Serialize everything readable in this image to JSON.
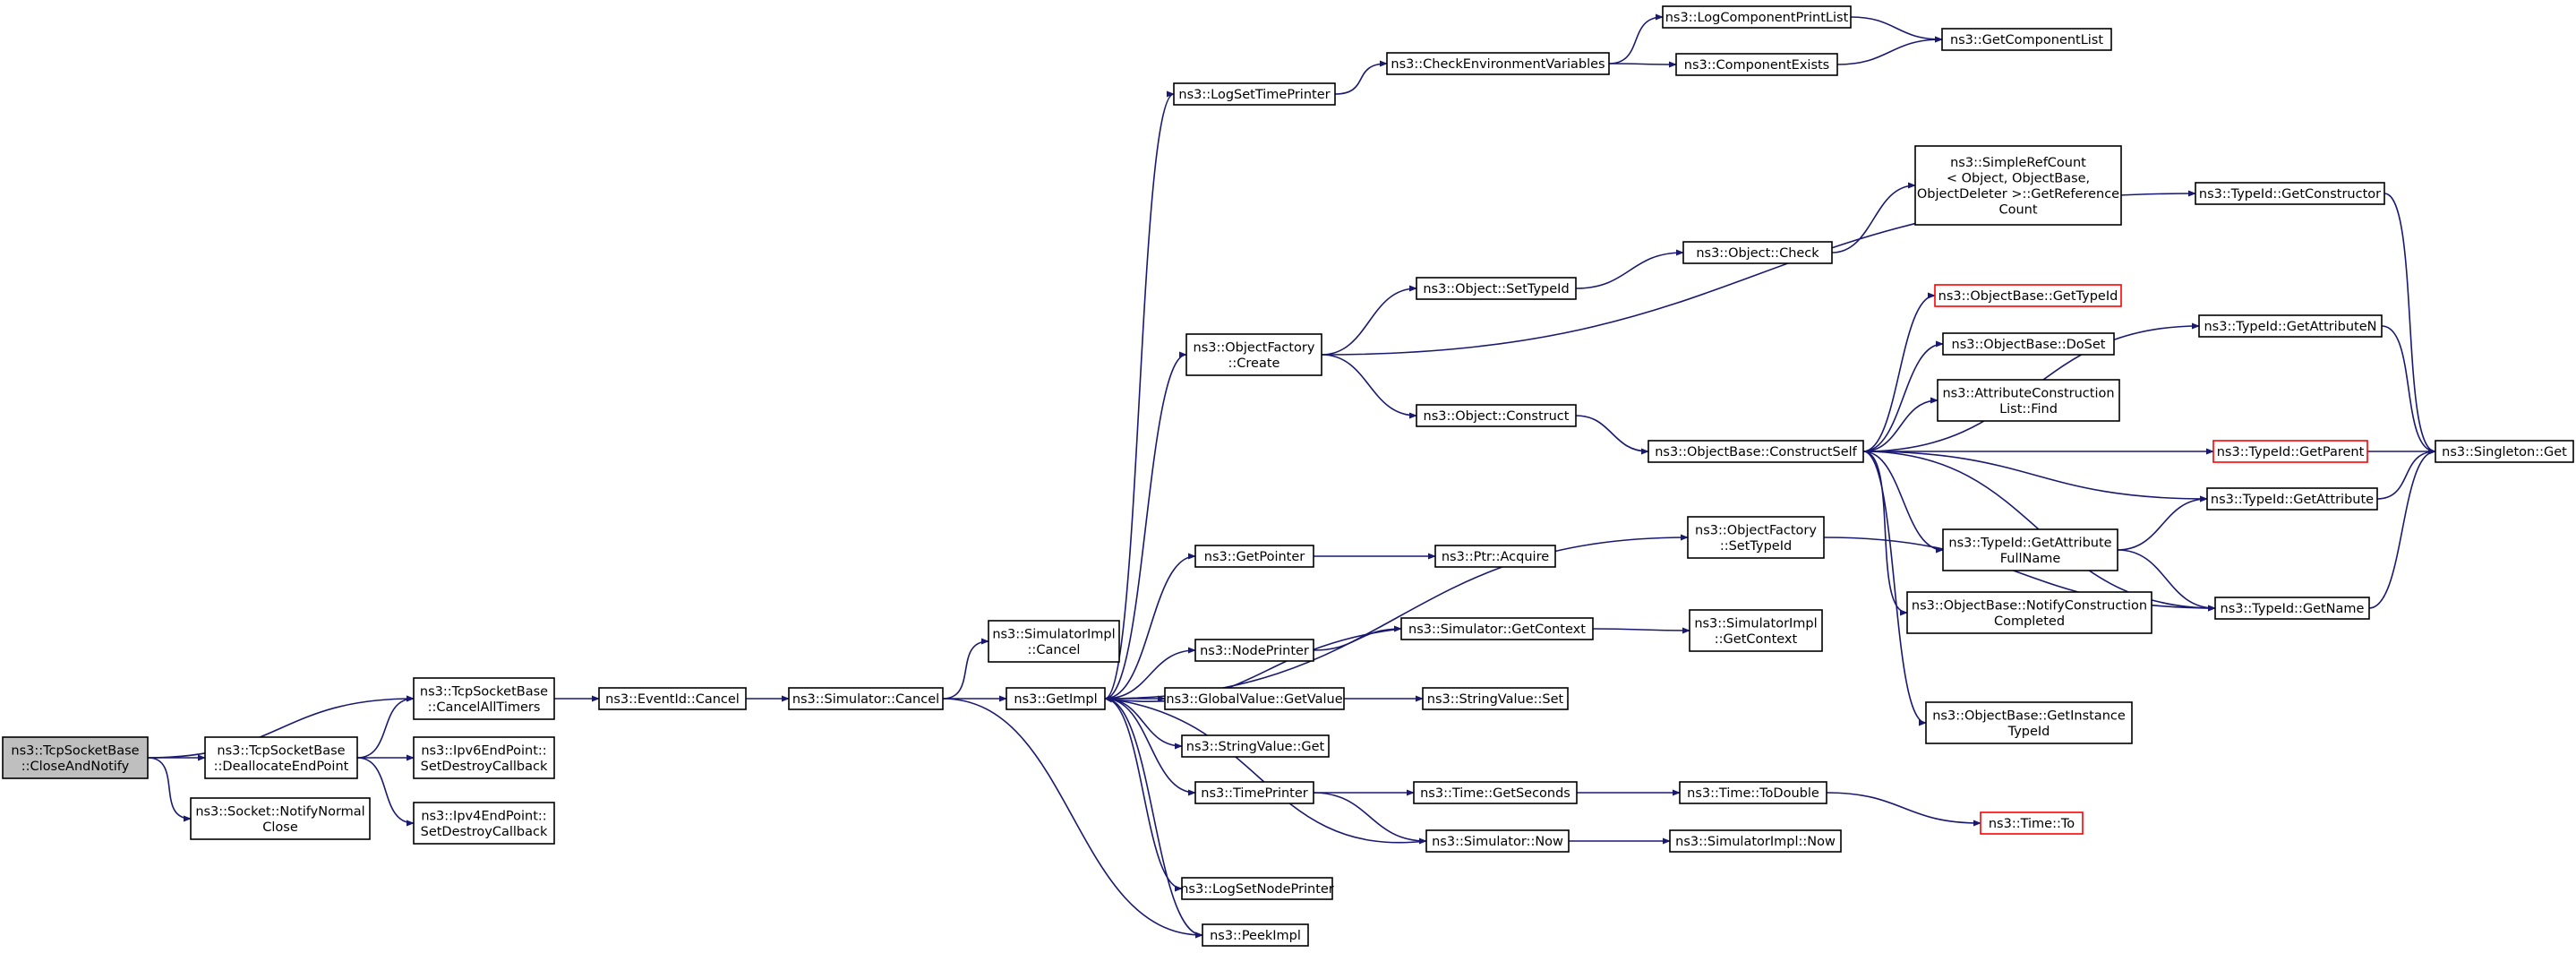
{
  "diagram": {
    "nodes": [
      {
        "id": "close_and_notify",
        "lines": [
          "ns3::TcpSocketBase",
          "::CloseAndNotify"
        ],
        "style": "root"
      },
      {
        "id": "cancel_all_timers",
        "lines": [
          "ns3::TcpSocketBase",
          "::CancelAllTimers"
        ]
      },
      {
        "id": "deallocate_end_point",
        "lines": [
          "ns3::TcpSocketBase",
          "::DeallocateEndPoint"
        ]
      },
      {
        "id": "notify_normal_close",
        "lines": [
          "ns3::Socket::NotifyNormal",
          "Close"
        ]
      },
      {
        "id": "ipv6_set_destroy",
        "lines": [
          "ns3::Ipv6EndPoint::",
          "SetDestroyCallback"
        ]
      },
      {
        "id": "ipv4_set_destroy",
        "lines": [
          "ns3::Ipv4EndPoint::",
          "SetDestroyCallback"
        ]
      },
      {
        "id": "eventid_cancel",
        "lines": [
          "ns3::EventId::Cancel"
        ]
      },
      {
        "id": "simulator_cancel",
        "lines": [
          "ns3::Simulator::Cancel"
        ]
      },
      {
        "id": "simulatorimpl_cancel",
        "lines": [
          "ns3::SimulatorImpl",
          "::Cancel"
        ]
      },
      {
        "id": "get_impl",
        "lines": [
          "ns3::GetImpl"
        ]
      },
      {
        "id": "log_set_time_printer",
        "lines": [
          "ns3::LogSetTimePrinter"
        ]
      },
      {
        "id": "check_env_vars",
        "lines": [
          "ns3::CheckEnvironmentVariables"
        ]
      },
      {
        "id": "log_component_print_list",
        "lines": [
          "ns3::LogComponentPrintList"
        ]
      },
      {
        "id": "component_exists",
        "lines": [
          "ns3::ComponentExists"
        ]
      },
      {
        "id": "get_component_list",
        "lines": [
          "ns3::GetComponentList"
        ]
      },
      {
        "id": "object_factory_create",
        "lines": [
          "ns3::ObjectFactory",
          "::Create"
        ]
      },
      {
        "id": "object_set_type_id",
        "lines": [
          "ns3::Object::SetTypeId"
        ]
      },
      {
        "id": "object_construct",
        "lines": [
          "ns3::Object::Construct"
        ]
      },
      {
        "id": "object_check",
        "lines": [
          "ns3::Object::Check"
        ]
      },
      {
        "id": "simple_ref_count",
        "lines": [
          "ns3::SimpleRefCount",
          "< Object, ObjectBase,",
          "ObjectDeleter >::GetReference",
          "Count"
        ]
      },
      {
        "id": "construct_self",
        "lines": [
          "ns3::ObjectBase::ConstructSelf"
        ]
      },
      {
        "id": "objectbase_get_type_id",
        "lines": [
          "ns3::ObjectBase::GetTypeId"
        ],
        "style": "red"
      },
      {
        "id": "objectbase_do_set",
        "lines": [
          "ns3::ObjectBase::DoSet"
        ]
      },
      {
        "id": "attr_construction_list_find",
        "lines": [
          "ns3::AttributeConstruction",
          "List::Find"
        ]
      },
      {
        "id": "typeid_get_constructor",
        "lines": [
          "ns3::TypeId::GetConstructor"
        ]
      },
      {
        "id": "typeid_get_attribute_n",
        "lines": [
          "ns3::TypeId::GetAttributeN"
        ]
      },
      {
        "id": "typeid_get_parent",
        "lines": [
          "ns3::TypeId::GetParent"
        ],
        "style": "red"
      },
      {
        "id": "singleton_get",
        "lines": [
          "ns3::Singleton::Get"
        ]
      },
      {
        "id": "typeid_get_attribute",
        "lines": [
          "ns3::TypeId::GetAttribute"
        ]
      },
      {
        "id": "typeid_get_attribute_full_name",
        "lines": [
          "ns3::TypeId::GetAttribute",
          "FullName"
        ]
      },
      {
        "id": "typeid_get_name",
        "lines": [
          "ns3::TypeId::GetName"
        ]
      },
      {
        "id": "notify_construction_completed",
        "lines": [
          "ns3::ObjectBase::NotifyConstruction",
          "Completed"
        ]
      },
      {
        "id": "get_instance_type_id",
        "lines": [
          "ns3::ObjectBase::GetInstance",
          "TypeId"
        ]
      },
      {
        "id": "object_factory_set_type_id",
        "lines": [
          "ns3::ObjectFactory",
          "::SetTypeId"
        ]
      },
      {
        "id": "get_pointer",
        "lines": [
          "ns3::GetPointer"
        ]
      },
      {
        "id": "ptr_acquire",
        "lines": [
          "ns3::Ptr::Acquire"
        ]
      },
      {
        "id": "node_printer",
        "lines": [
          "ns3::NodePrinter"
        ]
      },
      {
        "id": "simulator_get_context",
        "lines": [
          "ns3::Simulator::GetContext"
        ]
      },
      {
        "id": "simulatorimpl_get_context",
        "lines": [
          "ns3::SimulatorImpl",
          "::GetContext"
        ]
      },
      {
        "id": "global_value_get_value",
        "lines": [
          "ns3::GlobalValue::GetValue"
        ]
      },
      {
        "id": "string_value_set",
        "lines": [
          "ns3::StringValue::Set"
        ]
      },
      {
        "id": "string_value_get",
        "lines": [
          "ns3::StringValue::Get"
        ]
      },
      {
        "id": "time_printer",
        "lines": [
          "ns3::TimePrinter"
        ]
      },
      {
        "id": "time_get_seconds",
        "lines": [
          "ns3::Time::GetSeconds"
        ]
      },
      {
        "id": "time_to_double",
        "lines": [
          "ns3::Time::ToDouble"
        ]
      },
      {
        "id": "time_to",
        "lines": [
          "ns3::Time::To"
        ],
        "style": "red"
      },
      {
        "id": "simulator_now",
        "lines": [
          "ns3::Simulator::Now"
        ]
      },
      {
        "id": "simulatorimpl_now",
        "lines": [
          "ns3::SimulatorImpl::Now"
        ]
      },
      {
        "id": "log_set_node_printer",
        "lines": [
          "ns3::LogSetNodePrinter"
        ]
      },
      {
        "id": "peek_impl",
        "lines": [
          "ns3::PeekImpl"
        ]
      }
    ],
    "edges": [
      [
        "close_and_notify",
        "cancel_all_timers"
      ],
      [
        "close_and_notify",
        "deallocate_end_point"
      ],
      [
        "close_and_notify",
        "notify_normal_close"
      ],
      [
        "deallocate_end_point",
        "cancel_all_timers"
      ],
      [
        "deallocate_end_point",
        "ipv6_set_destroy"
      ],
      [
        "deallocate_end_point",
        "ipv4_set_destroy"
      ],
      [
        "cancel_all_timers",
        "eventid_cancel"
      ],
      [
        "eventid_cancel",
        "simulator_cancel"
      ],
      [
        "simulator_cancel",
        "simulatorimpl_cancel"
      ],
      [
        "simulator_cancel",
        "get_impl"
      ],
      [
        "simulator_cancel",
        "peek_impl"
      ],
      [
        "get_impl",
        "log_set_time_printer"
      ],
      [
        "get_impl",
        "object_factory_create"
      ],
      [
        "get_impl",
        "object_factory_set_type_id"
      ],
      [
        "get_impl",
        "get_pointer"
      ],
      [
        "get_impl",
        "node_printer"
      ],
      [
        "get_impl",
        "global_value_get_value"
      ],
      [
        "get_impl",
        "string_value_get"
      ],
      [
        "get_impl",
        "time_printer"
      ],
      [
        "get_impl",
        "log_set_node_printer"
      ],
      [
        "get_impl",
        "peek_impl"
      ],
      [
        "log_set_time_printer",
        "check_env_vars"
      ],
      [
        "check_env_vars",
        "log_component_print_list"
      ],
      [
        "check_env_vars",
        "component_exists"
      ],
      [
        "log_component_print_list",
        "get_component_list"
      ],
      [
        "component_exists",
        "get_component_list"
      ],
      [
        "object_factory_create",
        "typeid_get_constructor"
      ],
      [
        "object_factory_create",
        "object_set_type_id"
      ],
      [
        "object_factory_create",
        "object_construct"
      ],
      [
        "object_set_type_id",
        "object_check"
      ],
      [
        "object_check",
        "simple_ref_count"
      ],
      [
        "object_construct",
        "construct_self"
      ],
      [
        "construct_self",
        "objectbase_get_type_id"
      ],
      [
        "construct_self",
        "objectbase_do_set"
      ],
      [
        "construct_self",
        "attr_construction_list_find"
      ],
      [
        "construct_self",
        "typeid_get_attribute_n"
      ],
      [
        "construct_self",
        "typeid_get_parent"
      ],
      [
        "construct_self",
        "typeid_get_attribute"
      ],
      [
        "construct_self",
        "typeid_get_attribute_full_name"
      ],
      [
        "construct_self",
        "typeid_get_name"
      ],
      [
        "construct_self",
        "notify_construction_completed"
      ],
      [
        "construct_self",
        "get_instance_type_id"
      ],
      [
        "typeid_get_constructor",
        "singleton_get"
      ],
      [
        "typeid_get_attribute_n",
        "singleton_get"
      ],
      [
        "typeid_get_parent",
        "singleton_get"
      ],
      [
        "typeid_get_attribute",
        "singleton_get"
      ],
      [
        "typeid_get_attribute_full_name",
        "typeid_get_attribute"
      ],
      [
        "typeid_get_attribute_full_name",
        "typeid_get_name"
      ],
      [
        "typeid_get_name",
        "singleton_get"
      ],
      [
        "object_factory_set_type_id",
        "typeid_get_name"
      ],
      [
        "get_pointer",
        "ptr_acquire"
      ],
      [
        "node_printer",
        "simulator_get_context"
      ],
      [
        "simulator_get_context",
        "get_impl"
      ],
      [
        "simulator_get_context",
        "simulatorimpl_get_context"
      ],
      [
        "global_value_get_value",
        "string_value_set"
      ],
      [
        "time_printer",
        "time_get_seconds"
      ],
      [
        "time_printer",
        "simulator_now"
      ],
      [
        "time_get_seconds",
        "time_to_double"
      ],
      [
        "time_to_double",
        "time_to"
      ],
      [
        "simulator_now",
        "get_impl"
      ],
      [
        "simulator_now",
        "simulatorimpl_now"
      ]
    ]
  }
}
